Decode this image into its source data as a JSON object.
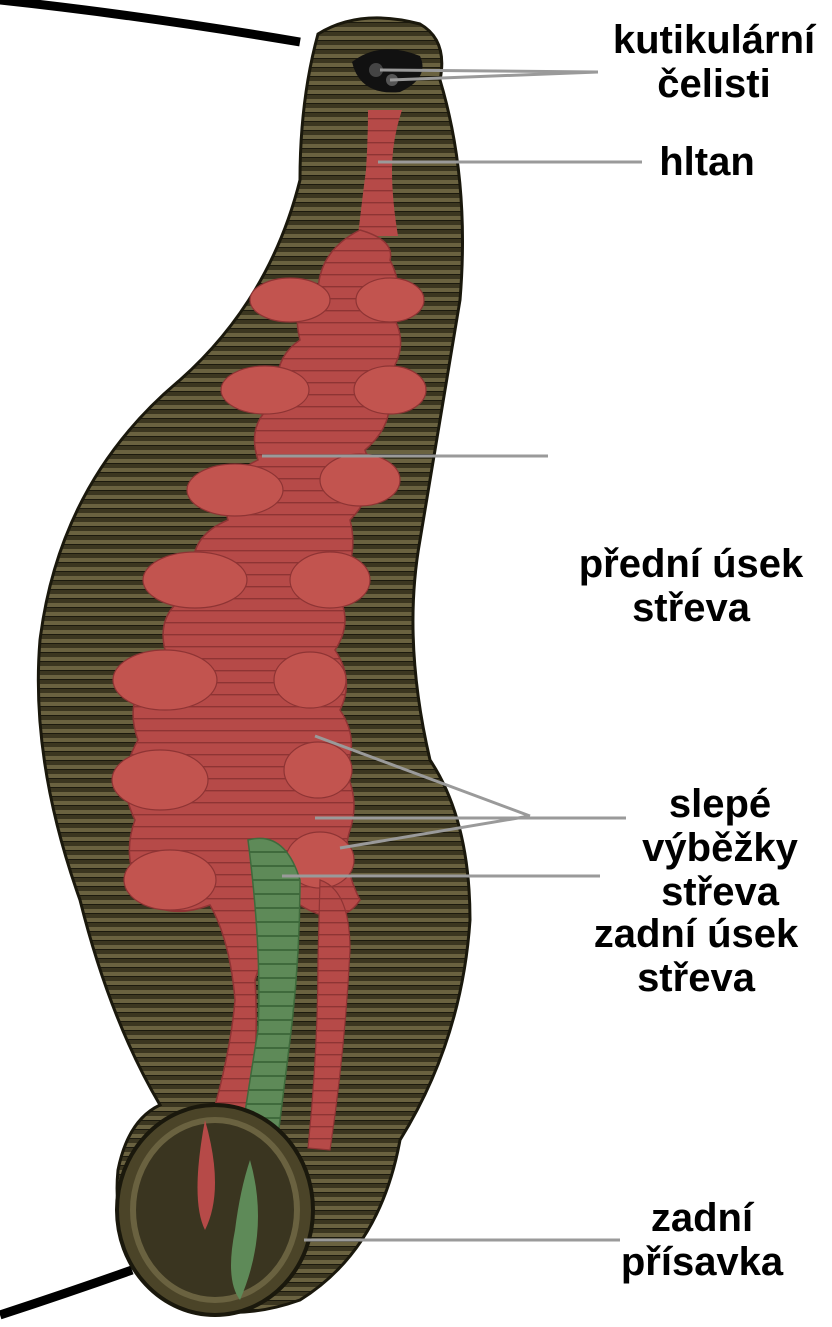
{
  "labels": {
    "jaws": [
      "kutikulární",
      "čelisti"
    ],
    "pharynx": [
      "hltan"
    ],
    "anterior_gut": [
      "přední úsek",
      "střeva"
    ],
    "caeca": [
      "slepé",
      "výběžky",
      "střeva"
    ],
    "posterior_gut": [
      "zadní úsek",
      "střeva"
    ],
    "sucker": [
      "zadní",
      "přísavka"
    ]
  },
  "colors": {
    "body": "#3b3620",
    "body_light": "#5a5232",
    "gut": "#b64a48",
    "gut_light": "#d06d66",
    "hindgut": "#5e8a58",
    "leader": "#9a9a9a"
  }
}
